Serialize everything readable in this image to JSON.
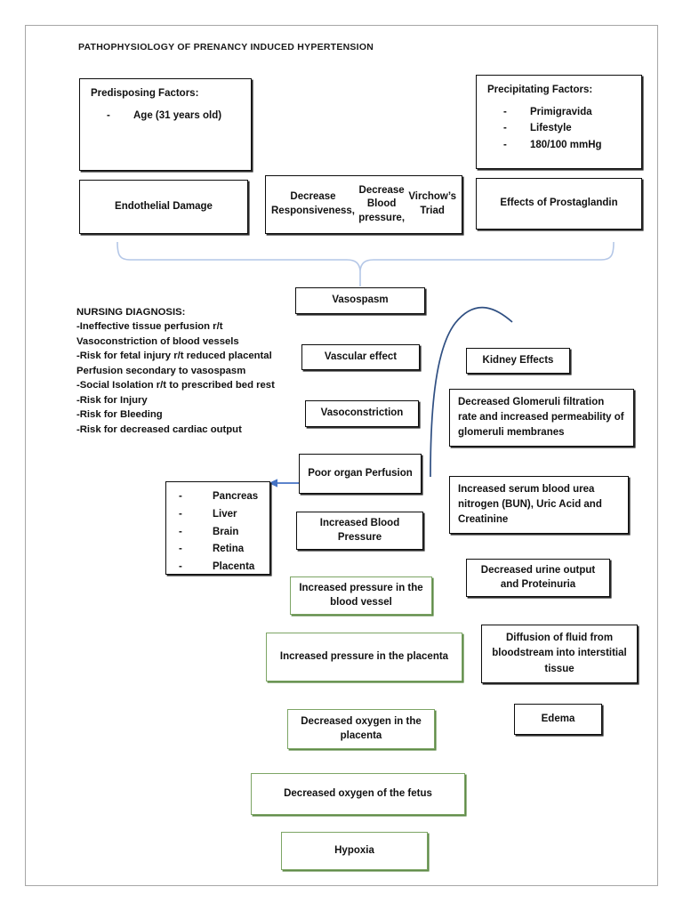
{
  "title": "PATHOPHYSIOLOGY OF PRENANCY INDUCED HYPERTENSION",
  "colors": {
    "black_border": "#0d0d0d",
    "green_border": "#7da565",
    "brace_blue": "#b4c7e7",
    "arc_blue": "#2f4f82",
    "arrow_blue": "#4472c4",
    "page_frame": "#a6a6a6",
    "text": "#111111"
  },
  "nodes": {
    "predisposing": {
      "header": "Predisposing Factors:",
      "items": [
        "Age (31 years old)"
      ]
    },
    "precipitating": {
      "header": "Precipitating Factors:",
      "items": [
        "Primigravida",
        "Lifestyle",
        "180/100 mmHg"
      ]
    },
    "endothelial_damage": "Endothelial Damage",
    "decrease_responsiveness": "Decrease Responsiveness, Decrease Blood pressure, Virchow’s Triad",
    "decrease_responsiveness_lines": [
      "Decrease Responsiveness,",
      "Decrease Blood pressure,",
      "Virchow’s Triad"
    ],
    "effects_prostaglandin": "Effects of Prostaglandin",
    "vasospasm": "Vasospasm",
    "vascular_effect": "Vascular effect",
    "vasoconstriction": "Vasoconstriction",
    "poor_organ_perfusion": "Poor organ Perfusion",
    "increased_blood_pressure": "Increased Blood Pressure",
    "organs": {
      "items": [
        "Pancreas",
        "Liver",
        "Brain",
        "Retina",
        "Placenta"
      ]
    },
    "kidney_effects": "Kidney Effects",
    "glomeruli": "Decreased Glomeruli filtration rate and increased permeability of glomeruli membranes",
    "bun": "Increased serum blood urea nitrogen (BUN), Uric Acid and Creatinine",
    "urine_output": "Decreased urine output and Proteinuria",
    "diffusion": "Diffusion of fluid from bloodstream into interstitial tissue",
    "edema": "Edema",
    "pressure_blood_vessel": "Increased pressure in the blood vessel",
    "pressure_placenta": "Increased pressure in the placenta",
    "oxygen_placenta": "Decreased oxygen in the placenta",
    "oxygen_fetus": "Decreased oxygen of the fetus",
    "hypoxia": "Hypoxia"
  },
  "nursing_diagnosis": {
    "title": "NURSING DIAGNOSIS:",
    "lines": [
      "-Ineffective tissue perfusion r/t",
      "Vasoconstriction of blood vessels",
      "-Risk for fetal injury r/t reduced placental",
      "Perfusion secondary to vasospasm",
      "-Social Isolation r/t to prescribed bed rest",
      "-Risk for Injury",
      "-Risk for Bleeding",
      "-Risk for decreased cardiac output"
    ]
  }
}
